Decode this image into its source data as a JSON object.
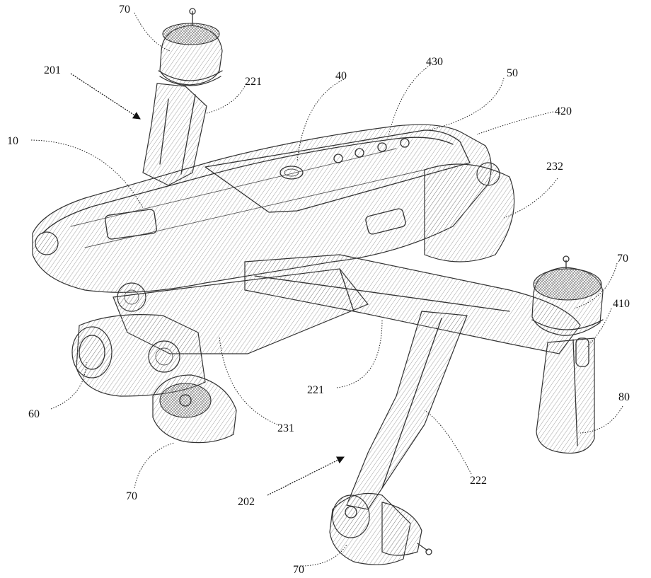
{
  "diagram": {
    "labels": {
      "l70_top": "70",
      "l201": "201",
      "l221_top": "221",
      "l40": "40",
      "l430": "430",
      "l50": "50",
      "l420": "420",
      "l10": "10",
      "l232": "232",
      "l70_right": "70",
      "l410": "410",
      "l60": "60",
      "l221_mid": "221",
      "l231": "231",
      "l80": "80",
      "l70_bottom_left": "70",
      "l222": "222",
      "l202": "202",
      "l70_bottom": "70"
    }
  }
}
